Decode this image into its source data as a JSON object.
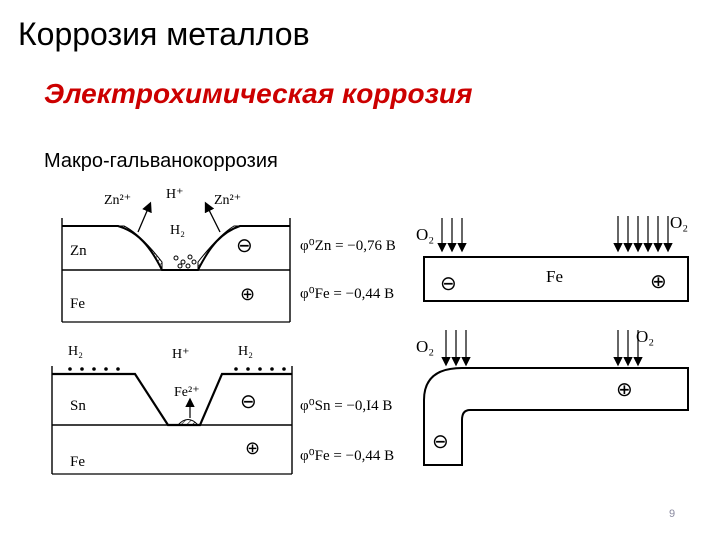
{
  "slide": {
    "title": "Коррозия металлов",
    "subtitle": "Электрохимическая коррозия",
    "section": "Макро-гальванокоррозия",
    "page_number": "9",
    "subtitle_color": "#cc0000"
  },
  "zn_fe": {
    "top_metal": "Zn",
    "base_metal": "Fe",
    "ion_left": "Zn²⁺",
    "ion_right": "Zn²⁺",
    "proton": "H⁺",
    "hydrogen": "H₂",
    "minus": "⊖",
    "plus": "⊕",
    "phi_top": "φ⁰Zn = −0,76 B",
    "phi_bottom": "φ⁰Fe = −0,44 B"
  },
  "sn_fe": {
    "top_metal": "Sn",
    "base_metal": "Fe",
    "hydrogen_left": "H₂",
    "hydrogen_right": "H₂",
    "proton": "H⁺",
    "ion": "Fe²⁺",
    "minus": "⊖",
    "plus": "⊕",
    "phi_top": "φ⁰Sn = −0,I4 B",
    "phi_bottom": "φ⁰Fe = −0,44 B"
  },
  "aeration_plate": {
    "oxygen_left": "O₂",
    "oxygen_right": "O₂",
    "metal": "Fe",
    "minus": "⊖",
    "plus": "⊕"
  },
  "aeration_bent": {
    "oxygen_left": "O₂",
    "oxygen_right": "O₂",
    "minus": "⊖",
    "plus": "⊕"
  }
}
